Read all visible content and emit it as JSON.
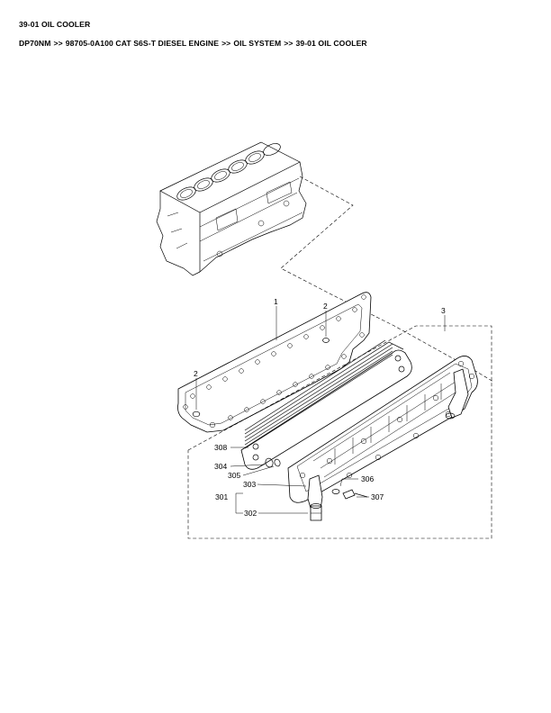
{
  "header": {
    "title": "39-01 OIL COOLER"
  },
  "breadcrumb": {
    "items": [
      "DP70NM",
      "98705-0A100 CAT S6S-T DIESEL ENGINE",
      "OIL SYSTEM",
      "39-01 OIL COOLER"
    ],
    "separator": ">>"
  },
  "diagram": {
    "callouts": {
      "gasket": "1",
      "oring_top": "2",
      "oring_left": "2",
      "cooler_assembly": "3",
      "element": "308",
      "part_304": "304",
      "part_305": "305",
      "part_303": "303",
      "part_301": "301",
      "part_302": "302",
      "part_306": "306",
      "part_307": "307"
    }
  }
}
